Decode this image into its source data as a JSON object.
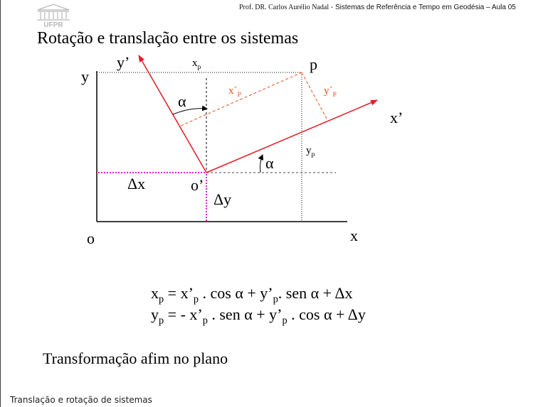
{
  "header": {
    "logo_text": "UFPR",
    "author": "Prof. DR. Carlos Aurélio Nadal",
    "course": "- Sistemas de Referência e Tempo em Geodésia – Aula 05"
  },
  "title": "Rotação e translação entre os sistemas",
  "diagram": {
    "axis_y": "y",
    "axis_x": "x",
    "origin": "o",
    "axis_y_prime": "y’",
    "axis_x_prime": "x’",
    "origin_prime": "o’",
    "point": "p",
    "xp": "x",
    "xp_sub": "p",
    "yp": "y",
    "yp_sub": "p",
    "xpp": "x´",
    "xpp_sub": "P",
    "ypp": "y´",
    "ypp_sub": "P",
    "alpha_top": "α",
    "alpha_bottom": "α",
    "delta_x": "Δx",
    "delta_y": "Δy",
    "colors": {
      "rotated_axes": "#e31b23",
      "projection": "#e8501e",
      "translation": "#e020c8"
    }
  },
  "equations": {
    "eq1": {
      "a": "x",
      "a_sub": "p",
      "b": " = x’",
      "b_sub": "p",
      "c": " . cos α + y’",
      "c_sub": "p",
      "d": ". sen α + Δx"
    },
    "eq2": {
      "a": "y",
      "a_sub": "p",
      "b": " = - x’",
      "b_sub": "p",
      "c": " . sen α  + y’",
      "c_sub": "p",
      "d": " . cos α + Δy"
    }
  },
  "subtitle": "Transformação afim no plano",
  "footer": "Translação e rotação de sistemas"
}
